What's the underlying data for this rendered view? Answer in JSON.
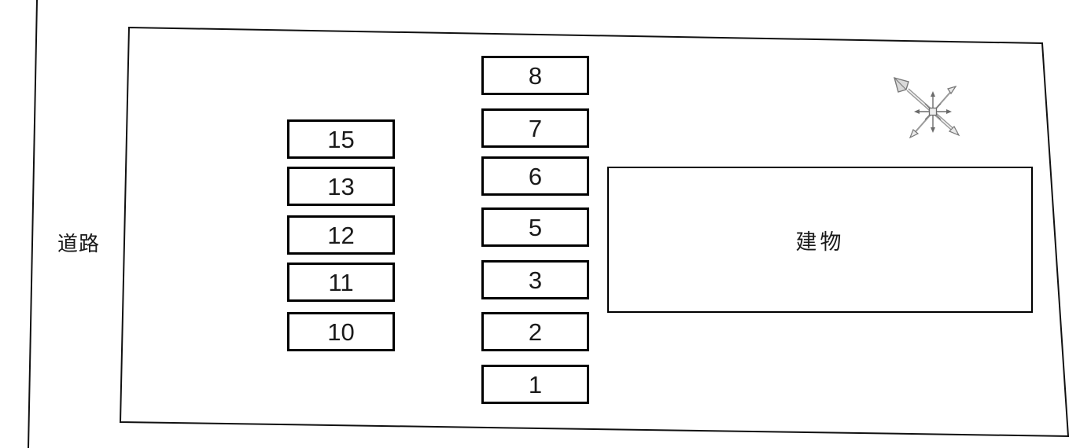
{
  "diagram": {
    "type": "parking-lot-site-plan",
    "road": {
      "label": "道路"
    },
    "building": {
      "label": "建物"
    },
    "parking": {
      "left_column": {
        "spaces": [
          "15",
          "13",
          "12",
          "11",
          "10"
        ]
      },
      "middle_column": {
        "spaces": [
          "8",
          "7",
          "6",
          "5",
          "3",
          "2",
          "1"
        ]
      }
    },
    "compass": {
      "icon": "compass-rose"
    },
    "colors": {
      "line": "#111111",
      "box_border": "#000000",
      "compass_gray": "#8a8a8a",
      "background": "#ffffff"
    }
  }
}
